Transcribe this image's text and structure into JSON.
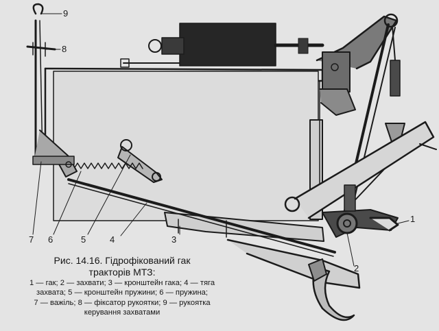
{
  "figure": {
    "title_line1": "Рис. 14.16. Гідрофікований гак",
    "title_line2": "тракторів МТЗ:",
    "legend_lines": [
      "1 — гак; 2 — захвати; 3 — кронштейн гака; 4 — тяга",
      "захвата; 5 — кронштейн  пружини; 6 — пружина;",
      "7 — важіль; 8 — фіксатор рукоятки; 9 — рукоятка",
      "керування захватами"
    ]
  },
  "callouts": [
    "1",
    "2",
    "3",
    "4",
    "5",
    "6",
    "7",
    "8",
    "9"
  ]
}
